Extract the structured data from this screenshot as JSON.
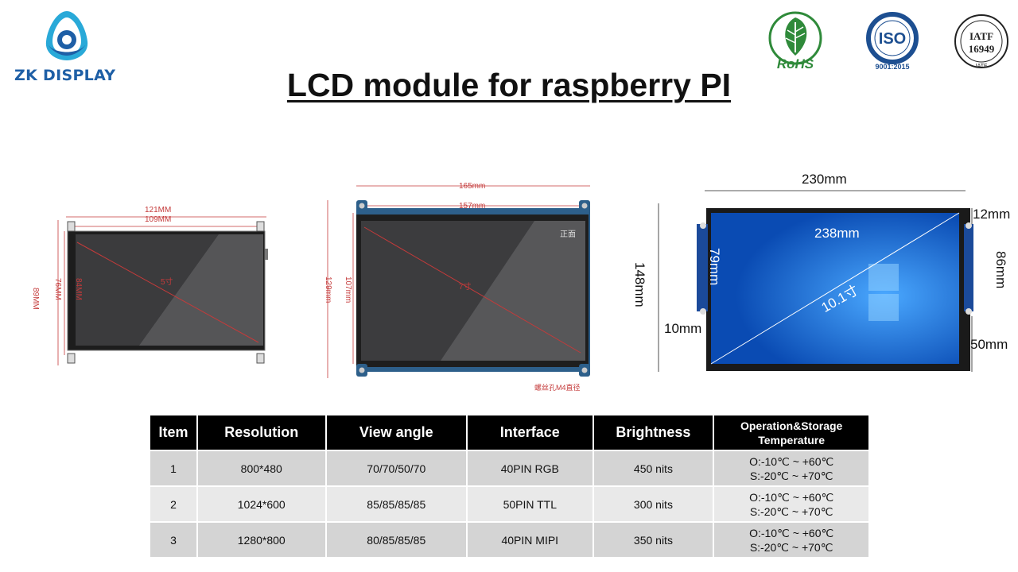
{
  "brand": {
    "name": "ZK DISPLAY",
    "colors": {
      "primary": "#1e5fa6",
      "accent": "#29a9d8"
    }
  },
  "certifications": [
    {
      "icon": "rohs-icon",
      "label": "RoHS"
    },
    {
      "icon": "iso-icon",
      "label": "ISO",
      "sub": "9001:2015"
    },
    {
      "icon": "iatf-icon",
      "label": "IATF",
      "code": "16949",
      "sub": "IATF"
    }
  ],
  "title": "LCD module for raspberry PI",
  "modules": [
    {
      "name": "5 inch module",
      "screen_label": "5寸",
      "dims": {
        "outer_width": "121MM",
        "active_width": "109MM",
        "outer_height": "89MM",
        "mid_height": "76MM",
        "active_height": "84MM"
      }
    },
    {
      "name": "7 inch module",
      "screen_label": "7寸",
      "front_label": "正面",
      "hole_note": "螺丝孔M4直径",
      "dims": {
        "outer_width": "165mm",
        "active_width": "157mm",
        "outer_height": "129mm",
        "active_height": "107mm"
      }
    },
    {
      "name": "10.1 inch module",
      "screen_label": "10.1寸",
      "dims": {
        "width": "230mm",
        "diagonal": "238mm",
        "height": "148mm",
        "inner_height": "79mm",
        "top_offset": "12mm",
        "side_height": "86mm",
        "bottom_offset": "50mm",
        "left_offset": "10mm"
      }
    }
  ],
  "table": {
    "headers": [
      "Item",
      "Resolution",
      "View angle",
      "Interface",
      "Brightness",
      "Operation&Storage Temperature"
    ],
    "rows": [
      {
        "item": "1",
        "resolution": "800*480",
        "view_angle": "70/70/50/70",
        "interface": "40PIN RGB",
        "brightness": "450 nits",
        "temp_op": "O:-10℃ ~ +60℃",
        "temp_st": "S:-20℃ ~ +70℃"
      },
      {
        "item": "2",
        "resolution": "1024*600",
        "view_angle": "85/85/85/85",
        "interface": "50PIN TTL",
        "brightness": "300 nits",
        "temp_op": "O:-10℃ ~ +60℃",
        "temp_st": "S:-20℃ ~ +70℃"
      },
      {
        "item": "3",
        "resolution": "1280*800",
        "view_angle": "80/85/85/85",
        "interface": "40PIN MIPI",
        "brightness": "350 nits",
        "temp_op": "O:-10℃ ~ +60℃",
        "temp_st": "S:-20℃ ~ +70℃"
      }
    ]
  }
}
